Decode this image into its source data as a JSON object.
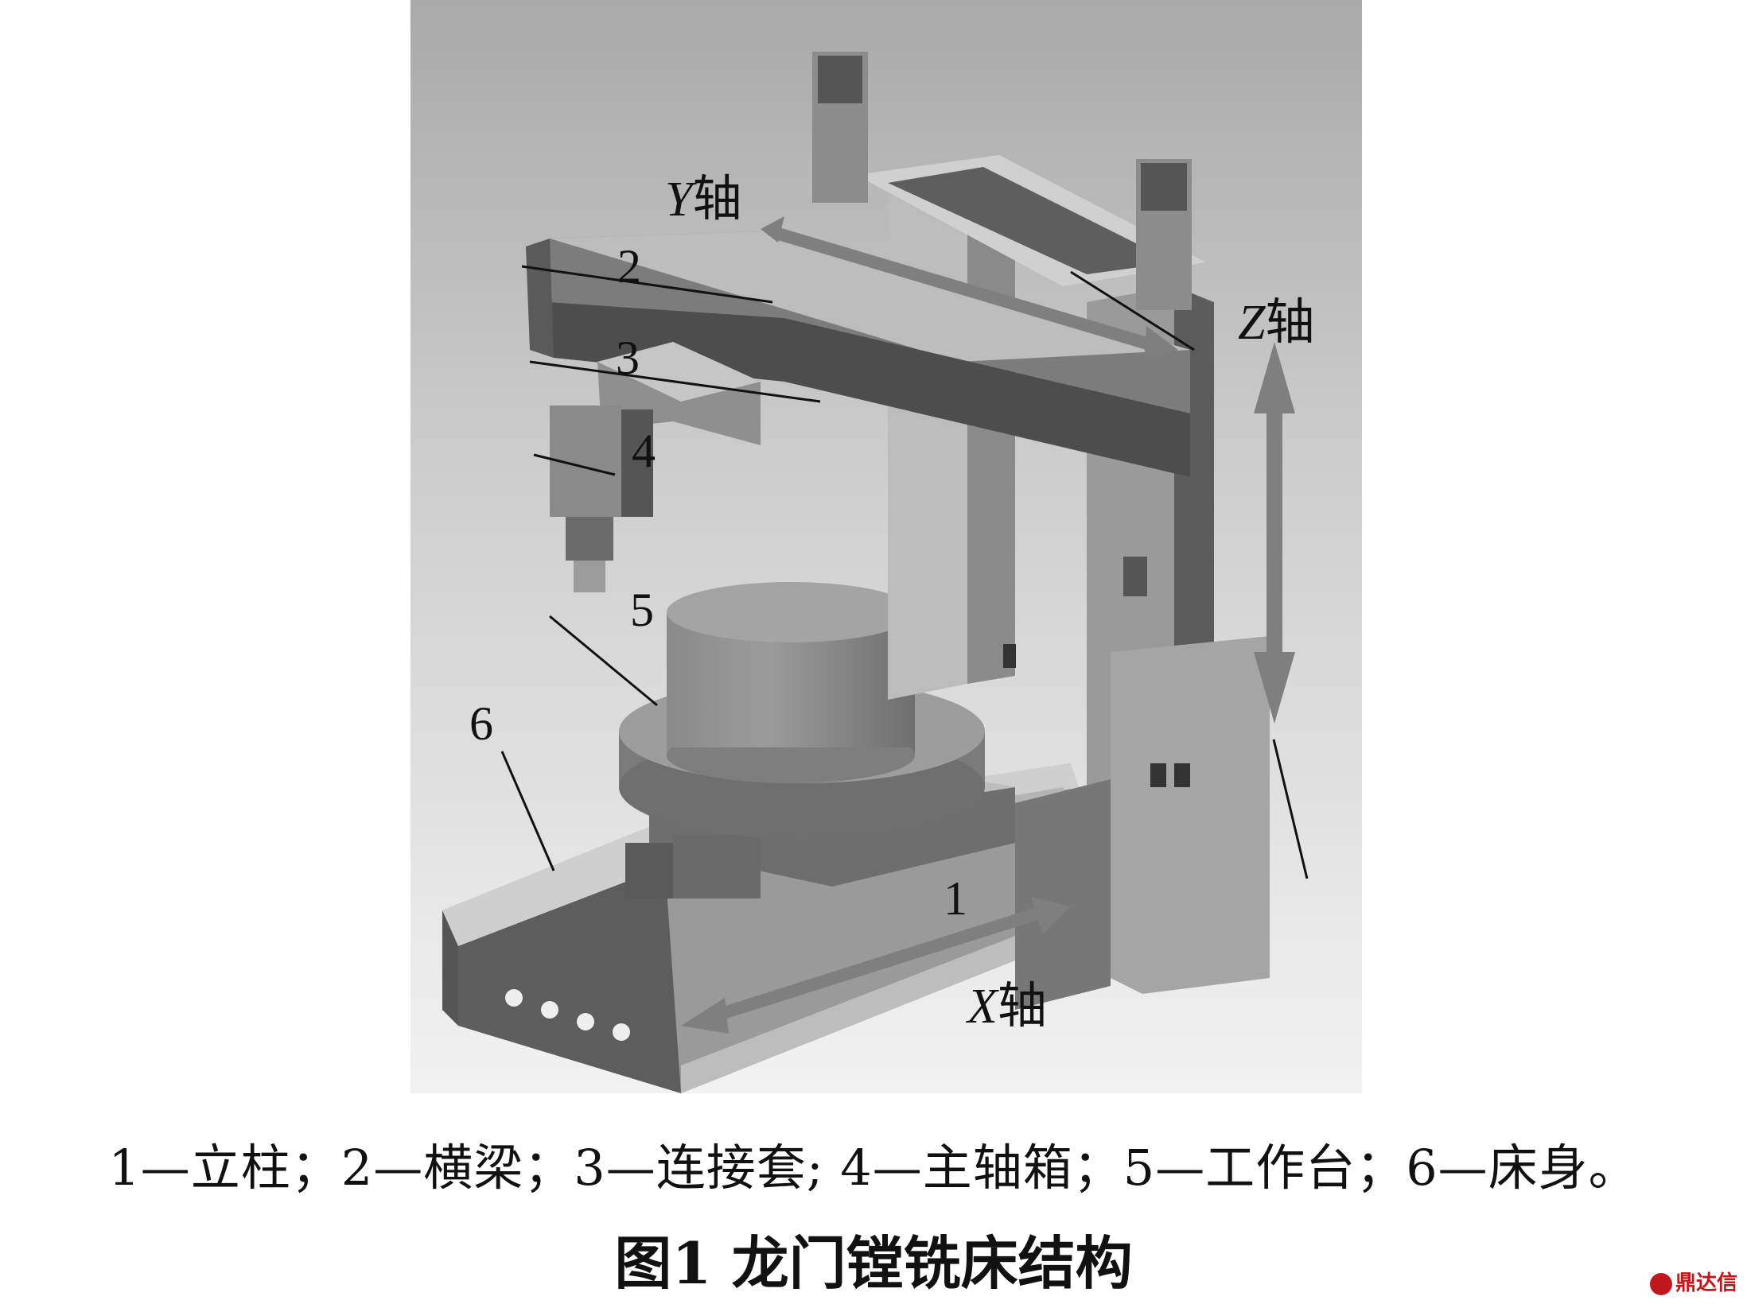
{
  "figure": {
    "part_labels": [
      "1",
      "2",
      "3",
      "4",
      "5",
      "6"
    ],
    "axes": {
      "y": {
        "letter": "Y",
        "suffix": "轴"
      },
      "z": {
        "letter": "Z",
        "suffix": "轴"
      },
      "x": {
        "letter": "X",
        "suffix": "轴"
      }
    }
  },
  "legend": "1—立柱；2—横梁；3—连接套; 4—主轴箱；5—工作台；6—床身。",
  "caption": "图1  龙门镗铣床结构",
  "watermark": "鼎达信",
  "colors": {
    "text": "#111111",
    "watermark": "#c0181c",
    "arrow": "#7f7f7f"
  }
}
